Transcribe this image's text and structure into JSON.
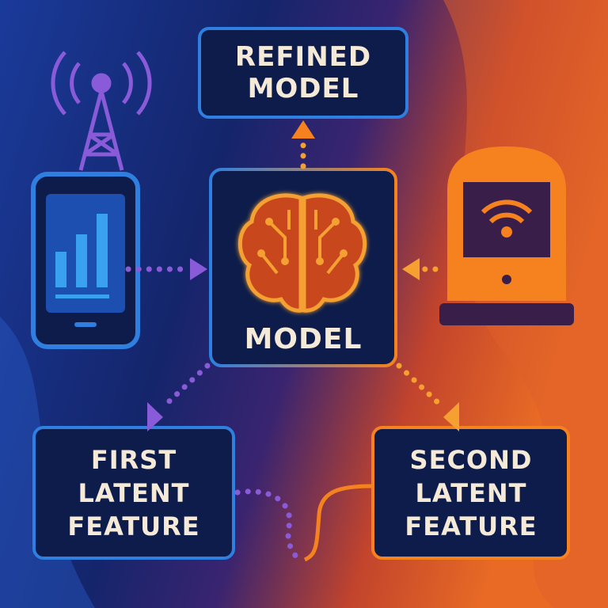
{
  "title": "Model refinement from latent features",
  "nodes": {
    "refined_model": {
      "line1": "REFINED",
      "line2": "MODEL"
    },
    "model": {
      "label": "MODEL"
    },
    "first_latent": {
      "line1": "FIRST",
      "line2": "LATENT",
      "line3": "FEATURE"
    },
    "second_latent": {
      "line1": "SECOND",
      "line2": "LATENT",
      "line3": "FEATURE"
    }
  },
  "icons": [
    "cell-tower-icon",
    "smartphone-signal-icon",
    "brain-circuit-icon",
    "wifi-router-icon"
  ],
  "colors": {
    "blue": "#2f7fe0",
    "purple": "#8a5bd8",
    "orange": "#f5821f",
    "navy": "#0d1c4a",
    "text": "#f5ead8"
  }
}
